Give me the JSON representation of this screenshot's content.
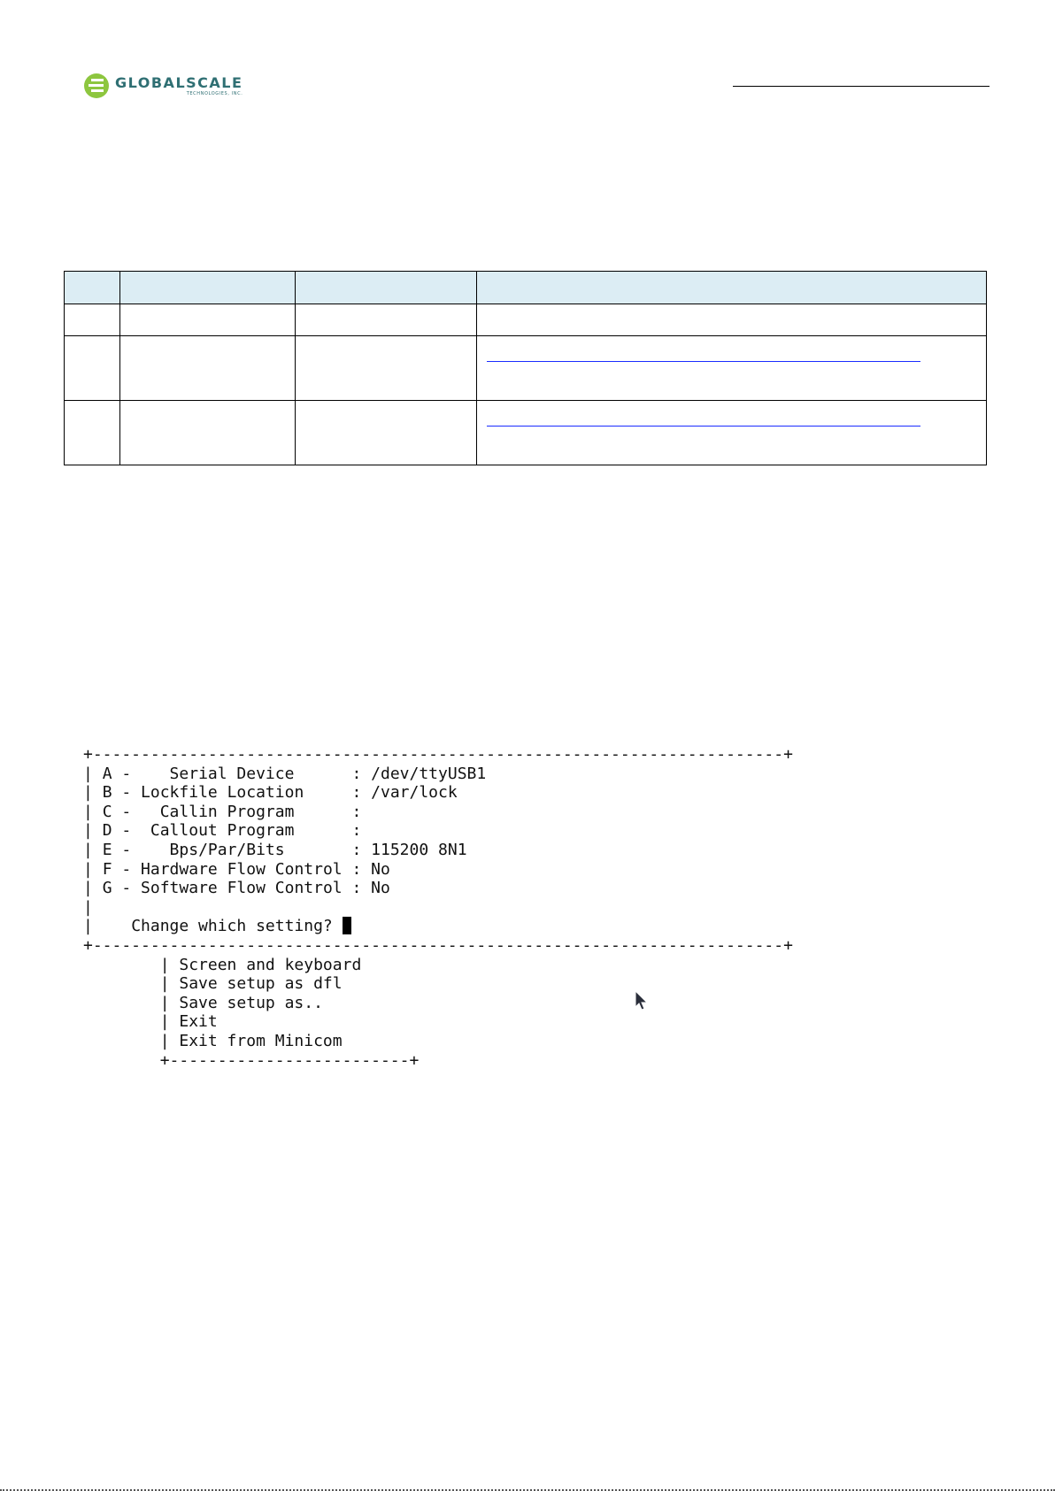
{
  "header": {
    "logo_text": "GLOBALSCALE",
    "logo_subtext": "TECHNOLOGIES, INC.",
    "brand_color": "#2f6f73",
    "logo_green": "#8dc63f"
  },
  "table": {
    "header_bg": "#dcedf4",
    "link_color": "#1a2cff",
    "columns": [
      "",
      "",
      "",
      ""
    ],
    "rows": [
      {
        "cells": [
          "",
          "",
          "",
          ""
        ],
        "has_link": false
      },
      {
        "cells": [
          "",
          "",
          "",
          ""
        ],
        "has_link": true
      },
      {
        "cells": [
          "",
          "",
          "",
          ""
        ],
        "has_link": true
      }
    ]
  },
  "terminal": {
    "box_top": "+------------------------------------------------------------------------+",
    "menu_items": [
      {
        "key": "A",
        "label": "   Serial Device      ",
        "value": "/dev/ttyUSB1"
      },
      {
        "key": "B",
        "label": "Lockfile Location     ",
        "value": "/var/lock"
      },
      {
        "key": "C",
        "label": "  Callin Program      ",
        "value": ""
      },
      {
        "key": "D",
        "label": " Callout Program      ",
        "value": ""
      },
      {
        "key": "E",
        "label": "   Bps/Par/Bits       ",
        "value": "115200 8N1"
      },
      {
        "key": "F",
        "label": "Hardware Flow Control ",
        "value": "No"
      },
      {
        "key": "G",
        "label": "Software Flow Control ",
        "value": "No"
      }
    ],
    "prompt": "Change which setting?",
    "box_bottom": "+------------------------------------------------------------------------+",
    "submenu_items": [
      "Screen and keyboard",
      "Save setup as dfl",
      "Save setup as..",
      "Exit",
      "Exit from Minicom"
    ],
    "submenu_bottom": "+-------------------------+",
    "cursor_icon": "mouse-pointer-icon"
  }
}
